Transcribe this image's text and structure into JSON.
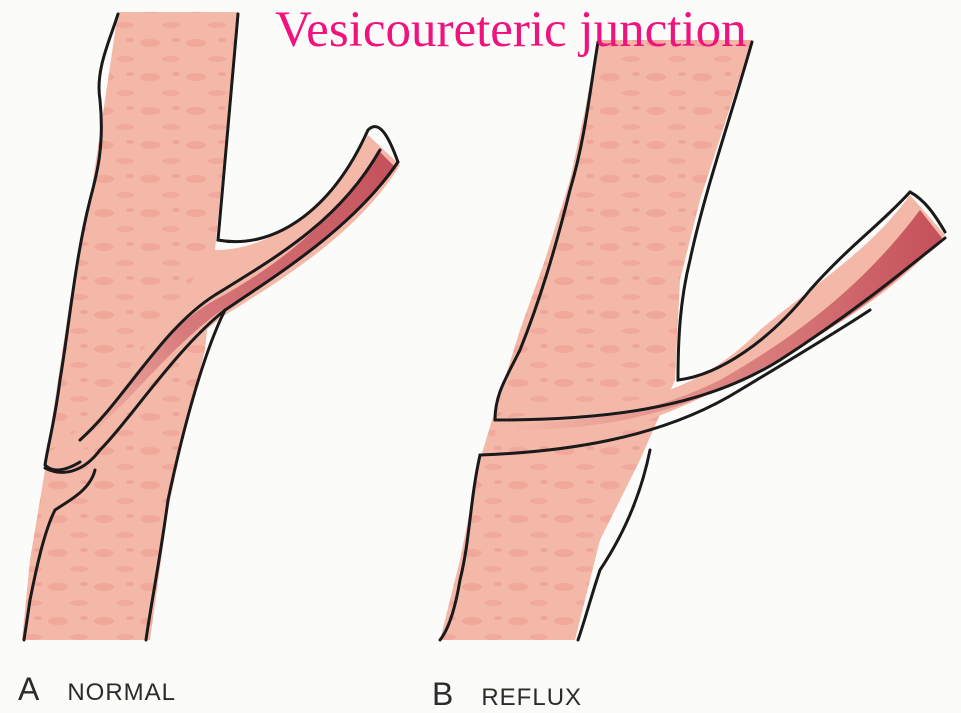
{
  "title": "Vesicoureteric junction",
  "panels": [
    {
      "letter": "A",
      "caption": "NORMAL"
    },
    {
      "letter": "B",
      "caption": "REFLUX"
    }
  ],
  "colors": {
    "title": "#f0137e",
    "bladder_wall": "#f4b8a8",
    "wall_mottle": "#ec9a90",
    "ureter_lumen": "#cc6066",
    "outline": "#1a1a1a",
    "background": "#fbfbf9"
  }
}
